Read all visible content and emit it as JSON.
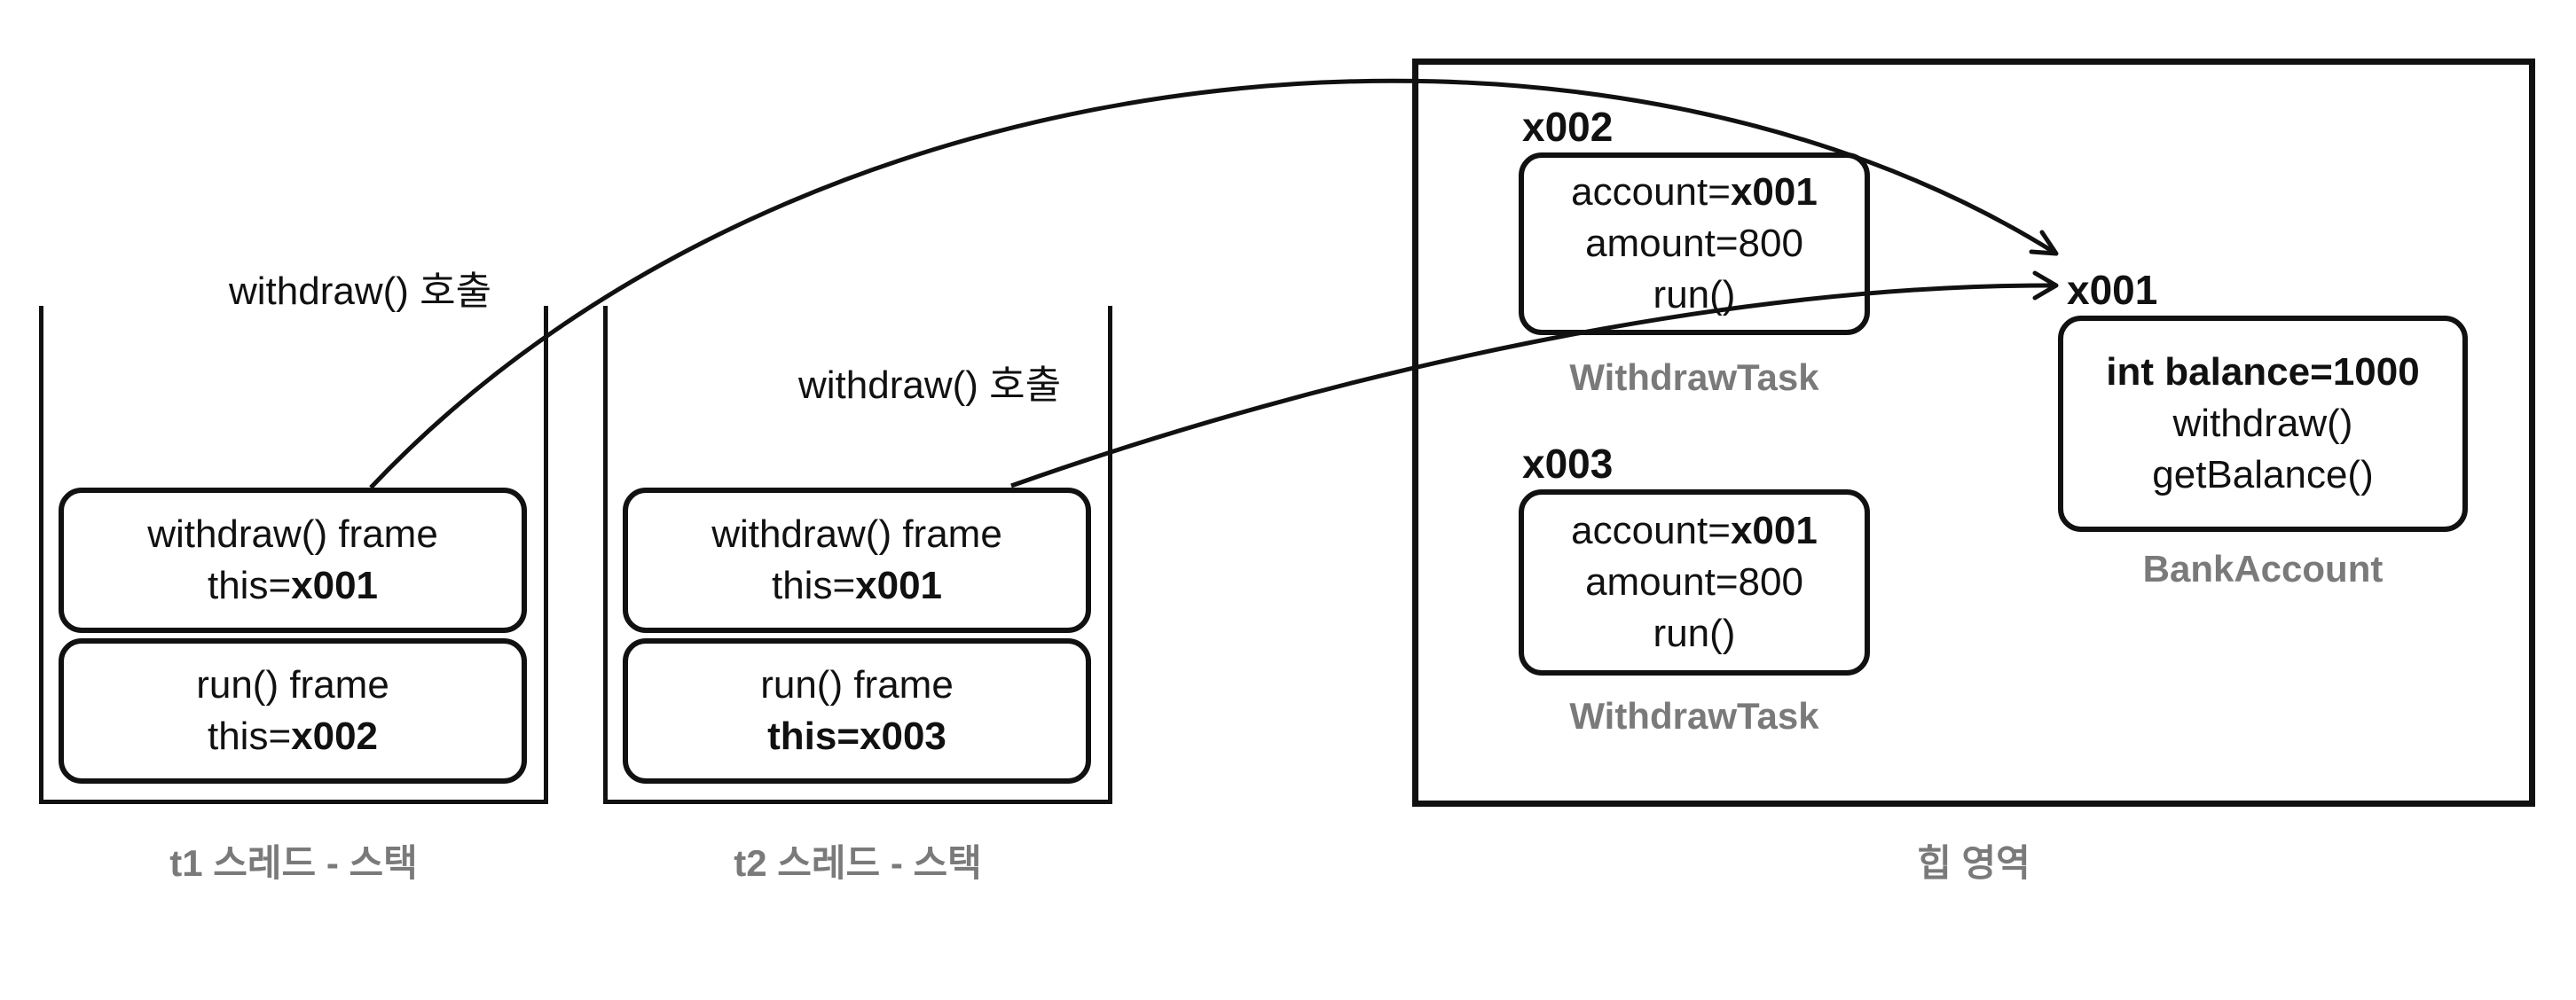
{
  "thread1": {
    "call_label": "withdraw() 호출",
    "frames": [
      {
        "title": "withdraw() frame",
        "this_prefix": "this=",
        "this_addr": "x001"
      },
      {
        "title": "run() frame",
        "this_prefix": "this=",
        "this_addr": "x002"
      }
    ],
    "caption": "t1 스레드 - 스택"
  },
  "thread2": {
    "call_label": "withdraw() 호출",
    "frames": [
      {
        "title": "withdraw() frame",
        "this_prefix": "this=",
        "this_addr": "x001"
      },
      {
        "title": "run() frame",
        "this_full": "this=x003"
      }
    ],
    "caption": "t2 스레드 - 스택"
  },
  "heap": {
    "caption": "힙 영역",
    "task1": {
      "address": "x002",
      "account_prefix": "account=",
      "account_addr": "x001",
      "amount": "amount=800",
      "method": "run()",
      "class_name": "WithdrawTask"
    },
    "task2": {
      "address": "x003",
      "account_prefix": "account=",
      "account_addr": "x001",
      "amount": "amount=800",
      "method": "run()",
      "class_name": "WithdrawTask"
    },
    "bank": {
      "address": "x001",
      "field": "int balance=1000",
      "method1": "withdraw()",
      "method2": "getBalance()",
      "class_name": "BankAccount"
    }
  },
  "colors": {
    "stroke": "#111111",
    "caption": "#7a7a7a",
    "background": "#ffffff"
  }
}
